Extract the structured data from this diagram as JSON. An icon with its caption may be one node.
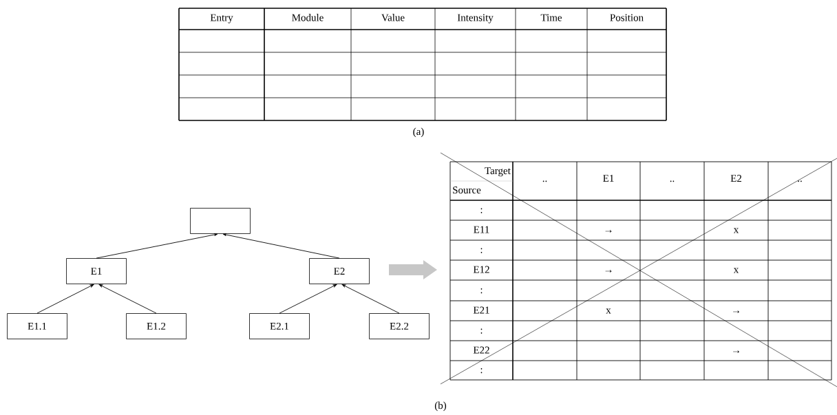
{
  "diagram": {
    "nodes": [
      {
        "text": [],
        "shape": "box"
      },
      {
        "text": [
          "E1"
        ]
      },
      {
        "text": [
          "E2"
        ]
      },
      {
        "text": [
          "E1.1"
        ]
      },
      {
        "text": [
          "E1.2"
        ]
      },
      {
        "text": [
          "E2.1"
        ]
      },
      {
        "text": [
          "E2.2"
        ]
      }
    ],
    "edges": [
      {
        "from": 1,
        "to": 0,
        "arrow": "to"
      },
      {
        "from": 2,
        "to": 0,
        "arrow": "to"
      },
      {
        "from": 3,
        "to": 1,
        "arrow": "to"
      },
      {
        "from": 4,
        "to": 1,
        "arrow": "to"
      },
      {
        "from": 5,
        "to": 2,
        "arrow": "to"
      },
      {
        "from": 6,
        "to": 2,
        "arrow": "to"
      }
    ],
    "labels": [
      "Entry",
      "Module",
      "Value",
      "Intensity",
      "Time",
      "Position",
      "(a)",
      "Target",
      "Source",
      "..",
      "E1",
      "..",
      "E2",
      "..",
      ":",
      "E11",
      "→",
      "x",
      ":",
      "E12",
      "→",
      "x",
      ":",
      "E21",
      "x",
      "→",
      ":",
      "E22",
      "→",
      ":",
      "(b)"
    ]
  }
}
